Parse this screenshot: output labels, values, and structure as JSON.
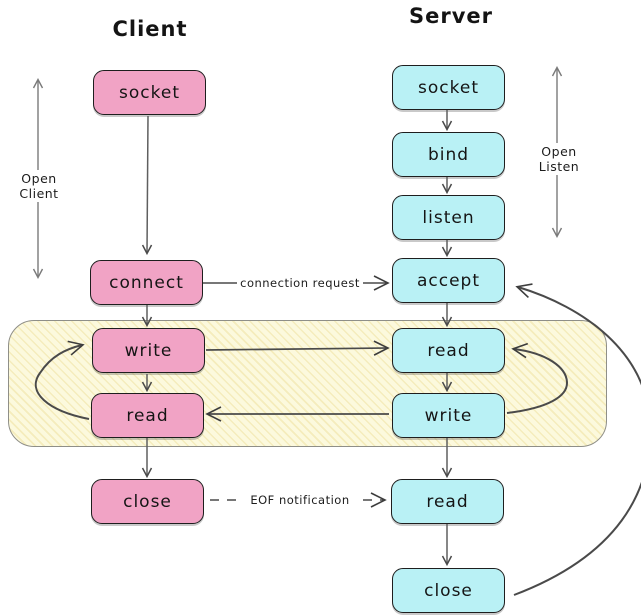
{
  "titles": {
    "client": "Client",
    "server": "Server"
  },
  "client": {
    "steps": [
      {
        "label": "socket"
      },
      {
        "label": "connect"
      },
      {
        "label": "write"
      },
      {
        "label": "read"
      },
      {
        "label": "close"
      }
    ]
  },
  "server": {
    "steps": [
      {
        "label": "socket"
      },
      {
        "label": "bind"
      },
      {
        "label": "listen"
      },
      {
        "label": "accept"
      },
      {
        "label": "read"
      },
      {
        "label": "write"
      },
      {
        "label": "read"
      },
      {
        "label": "close"
      }
    ]
  },
  "annotations": {
    "open_client": "Open Client",
    "open_listen": "Open Listen",
    "connection_request": "connection request",
    "eof_notification": "EOF notification"
  },
  "colors": {
    "client_box": "#f1a3c5",
    "server_box": "#b9f1f5",
    "loop_band": "#fcf9dd",
    "border": "#1e1e1e",
    "arrow": "#4a4a4a",
    "arrow_gray": "#7a7a7a"
  }
}
